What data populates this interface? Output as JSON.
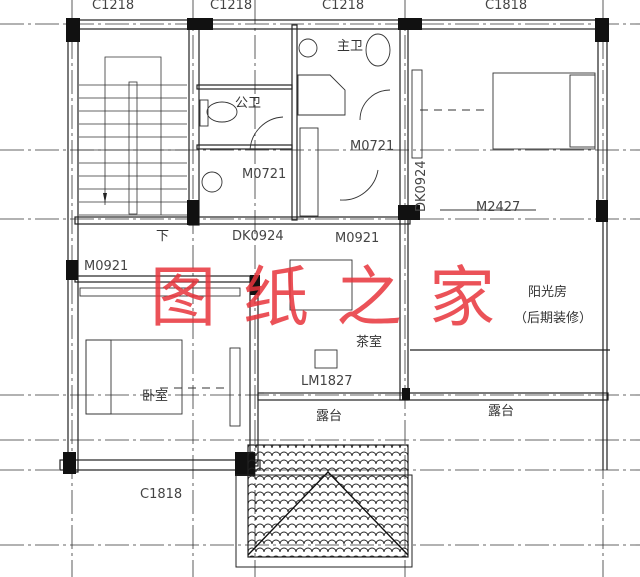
{
  "window_labels": {
    "top_1": "C1218",
    "top_2": "C1218",
    "top_3": "C1218",
    "top_4": "C1818",
    "bottom": "C1818"
  },
  "door_labels": {
    "public_bath_door": "M0721",
    "master_bath_door": "M0721",
    "bedroom_opening": "DK0924",
    "stair_opening": "DK0924",
    "tea_room_door": "M0921",
    "bedroom_left_door": "M0921",
    "bedroom_right_slider": "M2427",
    "tea_room_slider": "LM1827"
  },
  "rooms": {
    "master_bath": "主卫",
    "public_bath": "公卫",
    "stair_down": "下",
    "tea_room": "茶室",
    "sunroom": "阳光房",
    "sunroom_note": "（后期装修）",
    "bedroom": "卧室",
    "terrace_left": "露台",
    "terrace_right": "露台"
  },
  "watermark": "图纸之家",
  "colors": {
    "line": "#222222",
    "watermark": "#e8343c"
  }
}
